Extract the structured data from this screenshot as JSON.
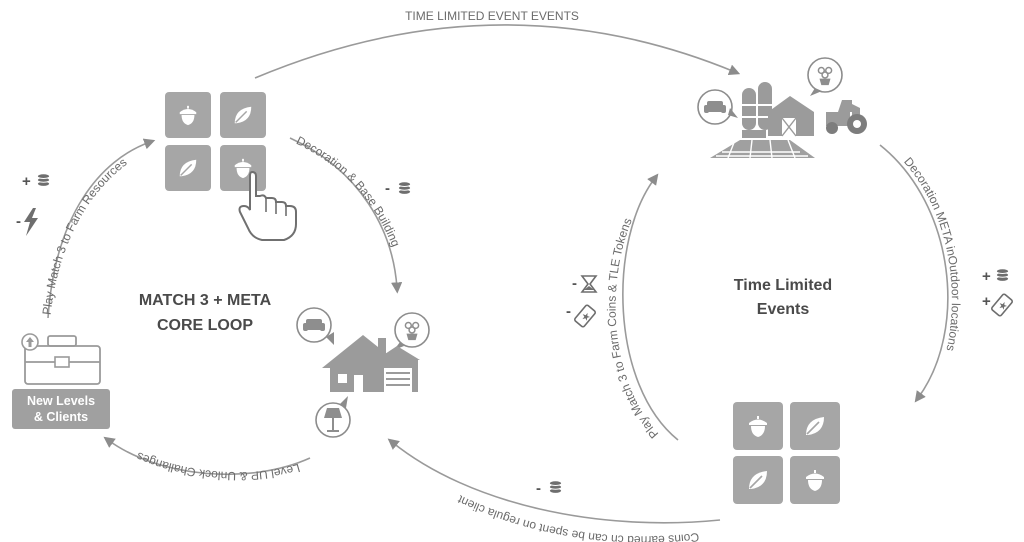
{
  "top_arc_label": "TIME LIMITED EVENT EVENTS",
  "core_loop": {
    "title_line1": "MATCH 3 + META",
    "title_line2": "CORE LOOP",
    "left_arc_label": "Play Match  3  to Farm Resources",
    "right_arc_label": "Decoration & Base Building",
    "bottom_arc_label": "Level UP & Unlock Challanges",
    "plus_sign": "+",
    "minus_sign_energy": "-",
    "minus_sign_coins": "-",
    "badge_line1": "New Levels",
    "badge_line2": "& Clients"
  },
  "events_loop": {
    "title_line1": "Time Limited",
    "title_line2": "Events",
    "left_arc_label": "Play Match  3  to Farm Coins & TLE Tokens",
    "right_arc_label": "Decoration META inOutdoor locations",
    "plus_sign_coins": "+",
    "plus_sign_ticket": "+",
    "minus_sign_time": "-",
    "minus_sign_ticket": "-"
  },
  "bottom_arc_label": "Coins earned cn can be spent on regula client",
  "bottom_minus_sign": "-",
  "colors": {
    "tile": "#a6a6a6",
    "icon": "#9b9b9b",
    "arrow": "#9a9a9a",
    "text": "#6b6b6b"
  },
  "icons": [
    "acorn-icon",
    "leaf-icon",
    "pointer-hand-icon",
    "coins-icon",
    "energy-icon",
    "sofa-icon",
    "flowers-icon",
    "house-icon",
    "lamp-icon",
    "toolbox-icon",
    "farm-icon",
    "tractor-icon",
    "hourglass-icon",
    "ticket-icon"
  ]
}
